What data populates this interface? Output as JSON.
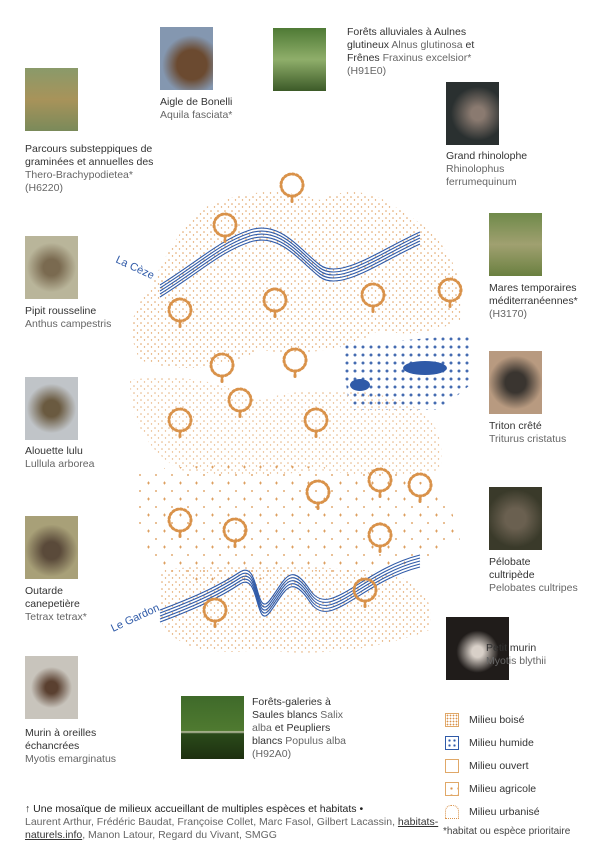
{
  "species": [
    {
      "id": "parcours",
      "name": "Parcours substeppiques de graminées et annuelles des ",
      "sci": "Thero-Brachypodietea* (H6220)"
    },
    {
      "id": "aigle",
      "name": "Aigle de Bonelli",
      "sci": "Aquila fasciata*"
    },
    {
      "id": "forets-alluviales",
      "name": "Forêts alluviales à Aulnes glutineux ",
      "sci": "Alnus glutinosa",
      "mid": " et Frênes ",
      "sci2": "Fraxinus excelsior*",
      "tail": " (H91E0)"
    },
    {
      "id": "grand-rhinolophe",
      "name": "Grand rhinolophe",
      "sci": "Rhinolophus ferrumequinum"
    },
    {
      "id": "pipit",
      "name": "Pipit rousseline",
      "sci": "Anthus campestris"
    },
    {
      "id": "mares",
      "name": "Mares temporaires méditerranéennes*",
      "sci": "(H3170)"
    },
    {
      "id": "alouette",
      "name": "Alouette lulu",
      "sci": "Lullula arborea"
    },
    {
      "id": "triton",
      "name": "Triton crêté",
      "sci": "Triturus cristatus"
    },
    {
      "id": "outarde",
      "name": "Outarde canepetière",
      "sci": "Tetrax tetrax*"
    },
    {
      "id": "pelobate",
      "name": "Pélobate cultripède",
      "sci": "Pelobates cultripes"
    },
    {
      "id": "murin-oreilles",
      "name": "Murin à oreilles échancrées",
      "sci": "Myotis emarginatus"
    },
    {
      "id": "petit-murin",
      "name": "Petit murin",
      "sci": "Myotis blythii"
    },
    {
      "id": "forets-galeries",
      "name": "Forêts-galeries à Saules blancs ",
      "sci": "Salix alba",
      "mid": " et Peupliers blancs ",
      "sci2": "Populus alba (H92A0)"
    }
  ],
  "rivers": {
    "upper": "La Cèze",
    "lower": "Le Gardon"
  },
  "legend": [
    {
      "label": "Milieu boisé",
      "color": "#d9924a"
    },
    {
      "label": "Milieu humide",
      "color": "#2f5aa8"
    },
    {
      "label": "Milieu ouvert",
      "color": "#e0a868"
    },
    {
      "label": "Milieu agricole",
      "color": "#d9924a"
    },
    {
      "label": "Milieu urbanisé",
      "color": "#d9924a"
    }
  ],
  "note": "*habitat ou espèce prioritaire",
  "caption": {
    "arrow": "↑",
    "title": "Une mosaïque de milieux accueillant de multiples espèces et habitats",
    "sep": " •",
    "credits_a": "Laurent Arthur, Frédéric Baudat, Françoise Collet, Marc Fasol, Gilbert Lacassin, ",
    "link": "habitats-naturels.info",
    "credits_b": ", Manon Latour, Regard du Vivant, SMGG"
  },
  "colors": {
    "orange": "#d9924a",
    "blue": "#2f5aa8"
  }
}
